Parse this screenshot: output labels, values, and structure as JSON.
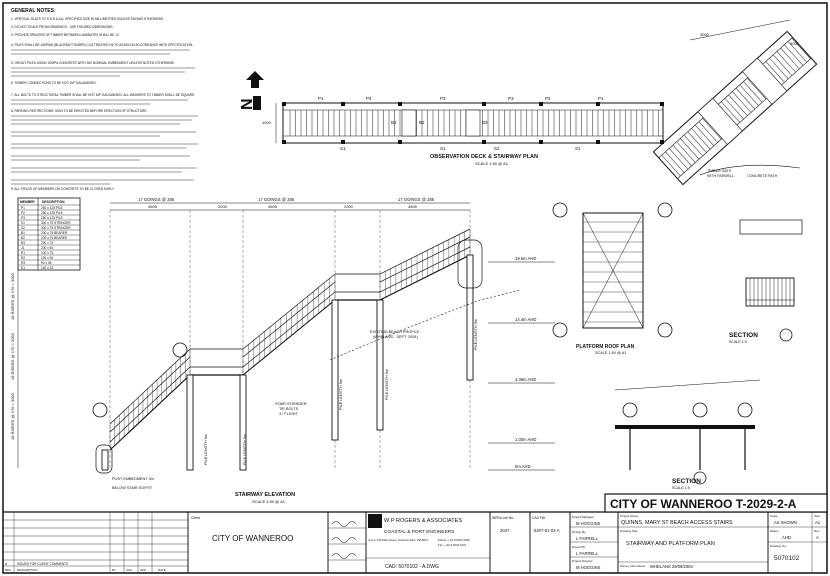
{
  "notes": {
    "heading": "GENERAL NOTES:",
    "items": [
      "1. VERTICAL SLATS TO S.S.B & ALL SPECIFIED SIZE IN MILLIMETRES UNLESS SHOWN OTHERWISE.",
      "2. DO NOT SCALE FROM DRAWINGS - USE FIGURED DIMENSIONS.",
      "3. PROVIDE SPACERS OF TIMBER BETWEEN LAMINATES SHALL BE 12.",
      "4. PILES SHALL BE JARRAH (BLACKBUTT/KARRI) CCA TREATED H5 TO AS1604 IN ACCORDANCE WITH SPECIFICATION.",
      "5. GROUT PILES USING 20MPa CONCRETE WITH 300 NOMINAL EMBEDMENT UNLESS NOTED OTHERWISE.",
      "6. TIMBER CONNECTIONS TO BE HOT DIP GALVANISED.",
      "7. ALL BOLTS TO STRUCTURAL TIMBER SHALL BE HOT DIP GALVANISED. ALL WASHERS TO TIMBER SHALL BE SQUARE.",
      "8. PARKING RESTRICTIONS: SIGN TO BE ERECTED BEFORE ERECTION OF STRUCTURE.",
      "9. ALL FIELDS OF MEMBERS ON CONCRETE TO BE CLOSED EARLY."
    ]
  },
  "member_table": {
    "headers": [
      "MEMBER",
      "DESCRIPTION"
    ],
    "rows": [
      [
        "P1",
        "250 x 125 PILE"
      ],
      [
        "P2",
        "250 x 125 PILE"
      ],
      [
        "P3",
        "250 x 125 PILE"
      ],
      [
        "S1",
        "300 x 75 STRINGER"
      ],
      [
        "S2",
        "300 x 75 STRINGER"
      ],
      [
        "B1",
        "200 x 75 BEARER"
      ],
      [
        "B2",
        "200 x 75 BEARER"
      ],
      [
        "B3",
        "200 x 75"
      ],
      [
        "J1",
        "200 x 50"
      ],
      [
        "R1",
        "100 x 75"
      ],
      [
        "R2",
        "100 x 50"
      ],
      [
        "R3",
        "90 x 45"
      ],
      [
        "D1",
        "140 x 32"
      ]
    ]
  },
  "views": {
    "deck_title": "OBSERVATION DECK & STAIRWAY PLAN",
    "deck_scale": "SCALE 1:50 @ A1",
    "elevation_title": "STAIRWAY ELEVATION",
    "elevation_scale": "SCALE 1:50 @ A1",
    "roof_title": "PLATFORM ROOF PLAN",
    "roof_scale": "SCALE 1:50 @ A1",
    "section_b": "SECTION",
    "section_c": "SECTION",
    "section_scale": "SCALE 1:5",
    "north": "N"
  },
  "elevation_labels": {
    "dim_top": [
      "17 GOINGS @ 285",
      "17 GOINGS @ 285",
      "17 GOINGS @ 285"
    ],
    "dim_mid": [
      "4505",
      "2000",
      "4505",
      "2000",
      "4505"
    ],
    "risers_left": [
      "18 RISERS @ 170 = 3060",
      "18 RISERS @ 170 = 3060",
      "18 RISERS @ 170 = 3060"
    ],
    "levels": [
      "19.5m AHD",
      "14.4m AHD",
      "4.36m AHD",
      "1.00m AHD",
      "0m AHD"
    ],
    "pile_lengths": [
      "PILE LENGTH 5m",
      "PILE LENGTH 5m",
      "PILE LENGTH 5m",
      "PILE LENGTH 5m",
      "PILE LENGTH 5m"
    ],
    "stringer_note": [
      "STAIR STRINGER",
      "TIE BOLTS",
      "3 / FLIGHT"
    ],
    "beach_note": [
      "EXISTING BEACH PROFILE",
      "(WHELANS - SEPT. 2004)"
    ],
    "post_note": "POST EMBEDMENT 3m",
    "below_soffit": "BELOW STAIR SOFFIT"
  },
  "deck_labels": {
    "members": [
      "P1",
      "P1",
      "P2",
      "P2",
      "P3",
      "P3",
      "S1",
      "S1",
      "S1",
      "S2",
      "B1",
      "B2",
      "B3"
    ],
    "dims": [
      "3000",
      "5000",
      "5000",
      "2900",
      "1000"
    ],
    "notes": [
      "TIMBER GATE",
      "WITH FARWELL",
      "CONCRETE PATH",
      "2 x 450",
      "ALUMINIUM"
    ]
  },
  "title_block": {
    "project_heading": "CITY OF WANNEROO T-2029-2-A",
    "client_label": "Client",
    "client_name": "CITY OF WANNEROO",
    "consultant_name": "W P ROGERS & ASSOCIATES",
    "consultant_sub": "COASTAL & PORT ENGINEERS",
    "consultant_address": "Unit 2, 133 Main Street, Osborne Park, WA 6017",
    "consultant_phone": "Phone: + 61 8 9444 4045",
    "consultant_fax": "Fax: + 61 8 9444 4341",
    "cad_file": "CAD: 5070102 - A.DWG",
    "wpra_job_label": "WPRA Job No.",
    "wpra_job": "2047",
    "cad_label": "CAD File",
    "cad_no": "5207-01-02-A",
    "pm_label": "Project Manager",
    "pm_name": "M HOGGINS",
    "design_label": "Design By",
    "design_name": "L FARRELL",
    "drawn_label": "Drawn By",
    "drawn_name": "L FARRELL",
    "director_label": "Project Director",
    "director_name": "M HOGGINS",
    "survey_label": "Survey Information",
    "survey_value": "WHELANS 29/09/2004",
    "project_label": "Project Name",
    "project_name": "QUINNS, MARY ST BEACH ACCESS STAIRS",
    "drawing_title_label": "Drawing Title",
    "drawing_title": "STAIRWAY AND PLATFORM PLAN",
    "scale_label": "Scale",
    "scale_value": "AS SHOWN",
    "size_label": "Size",
    "size_value": "A1",
    "datum_label": "Datum",
    "datum_value": "AHD",
    "rev_label": "Rev",
    "rev_value": "A",
    "drawing_no_label": "Drawing No.",
    "drawing_no": "5070102",
    "rev_headers": [
      "REV",
      "DESCRIPTION",
      "BY",
      "CHK",
      "APP",
      "DATE"
    ],
    "issued_for": "ISSUED FOR CLIENT COMMENTS"
  },
  "colors": {
    "ink": "#111111",
    "paper": "#ffffff",
    "grey": "#666666"
  }
}
